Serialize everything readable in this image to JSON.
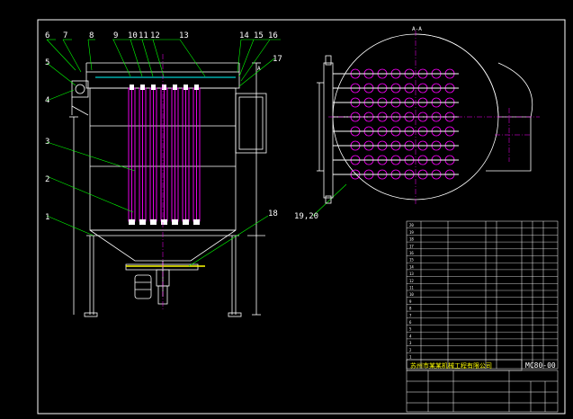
{
  "callouts_top": [
    "6",
    "7",
    "8",
    "9",
    "10",
    "11",
    "12",
    "13",
    "14",
    "15",
    "16"
  ],
  "callouts_left": [
    "5",
    "4",
    "3",
    "2",
    "1"
  ],
  "callout_right_17": "17",
  "callout_18": "18",
  "callout_19_20": "19,20",
  "section_label": "A-A",
  "section_mark": "A",
  "drawing_no": "MC80-00",
  "company_name": "苏州市某某机械工程有限公司",
  "bom_item_numbers": [
    "20",
    "19",
    "18",
    "17",
    "16",
    "15",
    "14",
    "13",
    "12",
    "11",
    "10",
    "9",
    "8",
    "7",
    "6",
    "5",
    "4",
    "3",
    "2",
    "1"
  ],
  "colors": {
    "background": "#000000",
    "outline": "#ffffff",
    "filter_bag": "#ff00ff",
    "accent_green": "#00ff00",
    "company_text": "#ffff00",
    "hopper_plate": "#ffff00",
    "blowpipe": "#00ffff"
  }
}
